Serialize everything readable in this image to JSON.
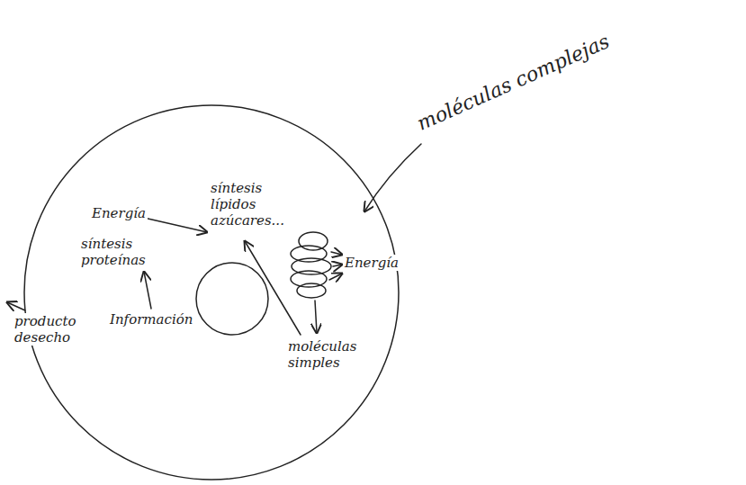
{
  "diagram": {
    "labels": [
      "moléculas complejas",
      "Energía",
      "síntesis lípidos azúcares...",
      "síntesis proteínas",
      "Información",
      "producto desecho",
      "Energía",
      "moléculas simples"
    ]
  }
}
